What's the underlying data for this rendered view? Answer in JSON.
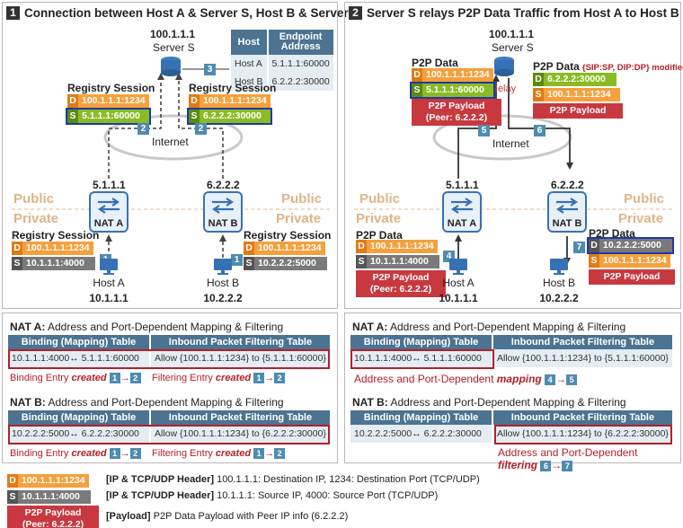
{
  "panel1": {
    "num": "1",
    "title": "Connection between Host A & Server S, Host B & Server S",
    "server_ip": "100.1.1.1",
    "server_label": "Server S",
    "internet_label": "Internet",
    "table_head_host": "Host",
    "table_head_ep": "Endpoint Address",
    "table_rows": [
      {
        "host": "Host A",
        "ep": "5.1.1.1:60000"
      },
      {
        "host": "Host B",
        "ep": "6.2.2.2:30000"
      }
    ],
    "reg_left_title": "Registry Session",
    "reg_left_d": "100.1.1.1:1234",
    "reg_left_s": "5.1.1.1:60000",
    "reg_right_title": "Registry Session",
    "reg_right_d": "100.1.1.1:1234",
    "reg_right_s": "6.2.2.2:30000",
    "nat_a_ip": "5.1.1.1",
    "nat_b_ip": "6.2.2.2",
    "nat_a": "NAT A",
    "nat_b": "NAT B",
    "public": "Public",
    "private": "Private",
    "host_a_reg_title": "Registry Session",
    "host_a_d": "100.1.1.1:1234",
    "host_a_s": "10.1.1.1:4000",
    "host_b_reg_title": "Registry Session",
    "host_b_d": "100.1.1.1:1234",
    "host_b_s": "10.2.2.2:5000",
    "host_a_label": "Host A",
    "host_a_ip": "10.1.1.1",
    "host_b_label": "Host B",
    "host_b_ip": "10.2.2.2"
  },
  "panel2": {
    "num": "2",
    "title": "Server S relays P2P Data Traffic from Host A to Host B",
    "server_ip": "100.1.1.1",
    "server_label": "Server S",
    "relay": "Relay",
    "internet_label": "Internet",
    "p2p_left_title": "P2P Data",
    "p2p_left_d": "100.1.1.1:1234",
    "p2p_left_s": "5.1.1.1:60000",
    "p2p_left_payload1": "P2P Payload",
    "p2p_left_payload2": "(Peer: 6.2.2.2)",
    "p2p_right_title": "P2P Data",
    "p2p_right_mod": "{SIP:SP, DIP:DP} modified",
    "p2p_right_d": "6.2.2.2:30000",
    "p2p_right_s": "100.1.1.1:1234",
    "p2p_right_payload": "P2P Payload",
    "nat_a_ip": "5.1.1.1",
    "nat_b_ip": "6.2.2.2",
    "nat_a": "NAT A",
    "nat_b": "NAT B",
    "public": "Public",
    "private": "Private",
    "host_a_title": "P2P Data",
    "host_a_d": "100.1.1.1:1234",
    "host_a_s": "10.1.1.1:4000",
    "host_a_payload1": "P2P Payload",
    "host_a_payload2": "(Peer: 6.2.2.2)",
    "host_b_title": "P2P Data",
    "host_b_d": "10.2.2.2:5000",
    "host_b_s": "100.1.1.1:1234",
    "host_b_payload": "P2P Payload",
    "host_a_label": "Host A",
    "host_a_ip": "10.1.1.1",
    "host_b_label": "Host B",
    "host_b_ip": "10.2.2.2"
  },
  "panel3": {
    "nat_a_head_b": "NAT A:",
    "nat_a_head": " Address and Port-Dependent Mapping & Filtering",
    "col1": "Binding (Mapping) Table",
    "col2": "Inbound Packet Filtering Table",
    "nat_a_bind": "10.1.1.1:4000↔ 5.1.1.1:60000",
    "nat_a_filter": "Allow {100.1.1.1:1234} to {5.1.1.1:60000}",
    "nat_a_note1_a": "Binding Entry ",
    "nat_a_note1_b": "created",
    "nat_a_note2_a": "Filtering Entry ",
    "nat_a_note2_b": "created",
    "nat_b_head_b": "NAT B:",
    "nat_b_head": " Address and Port-Dependent Mapping & Filtering",
    "nat_b_bind": "10.2.2.2:5000↔ 6.2.2.2:30000",
    "nat_b_filter": "Allow {100.1.1.1:1234} to {6.2.2.2:30000}",
    "nat_b_note1_a": "Binding Entry ",
    "nat_b_note1_b": "created",
    "nat_b_note2_a": "Filtering Entry ",
    "nat_b_note2_b": "created"
  },
  "panel4": {
    "nat_a_head_b": "NAT A:",
    "nat_a_head": " Address and Port-Dependent Mapping & Filtering",
    "col1": "Binding (Mapping) Table",
    "col2": "Inbound Packet Filtering Table",
    "nat_a_bind": "10.1.1.1:4000↔ 5.1.1.1:60000",
    "nat_a_filter": "Allow {100.1.1.1:1234} to {5.1.1.1:60000}",
    "nat_a_note_a": "Address and Port-Dependent ",
    "nat_a_note_b": "mapping",
    "nat_b_head_b": "NAT B:",
    "nat_b_head": " Address and Port-Dependent Mapping & Filtering",
    "nat_b_bind": "10.2.2.2:5000↔ 6.2.2.2:30000",
    "nat_b_filter": "Allow {100.1.1.1:1234} to {6.2.2.2:30000}",
    "nat_b_note_a": "Address and Port-Dependent",
    "nat_b_note_b": "filtering"
  },
  "legend": {
    "d_tag": "D",
    "d_val": "100.1.1.1:1234",
    "d_desc_b": "[IP & TCP/UDP Header]",
    "d_desc": " 100.1.1.1: Destination IP, 1234: Destination Port (TCP/UDP)",
    "s_tag": "S",
    "s_val": "10.1.1.1:4000",
    "s_desc_b": "[IP & TCP/UDP Header]",
    "s_desc": " 10.1.1.1: Source IP, 4000: Source Port (TCP/UDP)",
    "p_val1": "P2P Payload",
    "p_val2": "(Peer: 6.2.2.2)",
    "p_desc_b": "[Payload]",
    "p_desc": " P2P Data Payload with Peer IP info (6.2.2.2)"
  },
  "steps": [
    "1",
    "2",
    "3",
    "4",
    "5",
    "6",
    "7"
  ],
  "arrow_sep": "→"
}
